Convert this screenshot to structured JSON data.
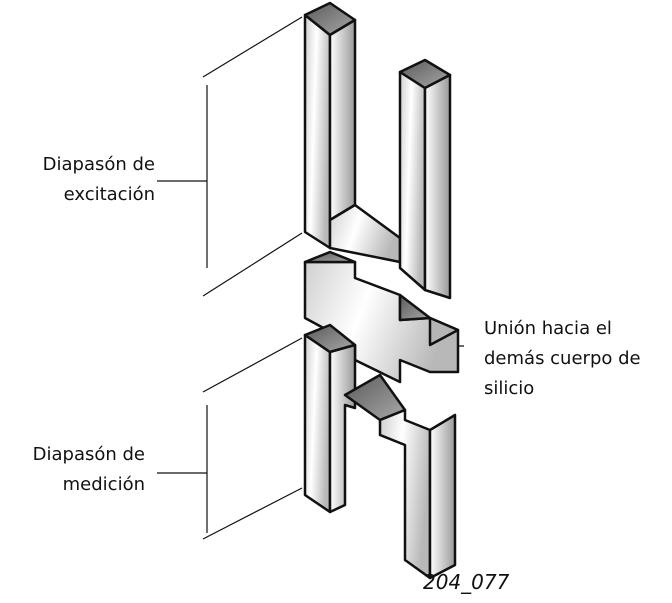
{
  "labels": {
    "excitation_line1": "Diapasón de",
    "excitation_line2": "excitación",
    "junction_line1": "Unión hacia el",
    "junction_line2": "demás cuerpo de",
    "junction_line3": "silicio",
    "measurement_line1": "Diapasón de",
    "measurement_line2": "medición",
    "figure_ref": "204_077"
  },
  "colors": {
    "fill": "#f0f0f0",
    "top_face": "#8a8a8a",
    "outline": "#111111"
  }
}
